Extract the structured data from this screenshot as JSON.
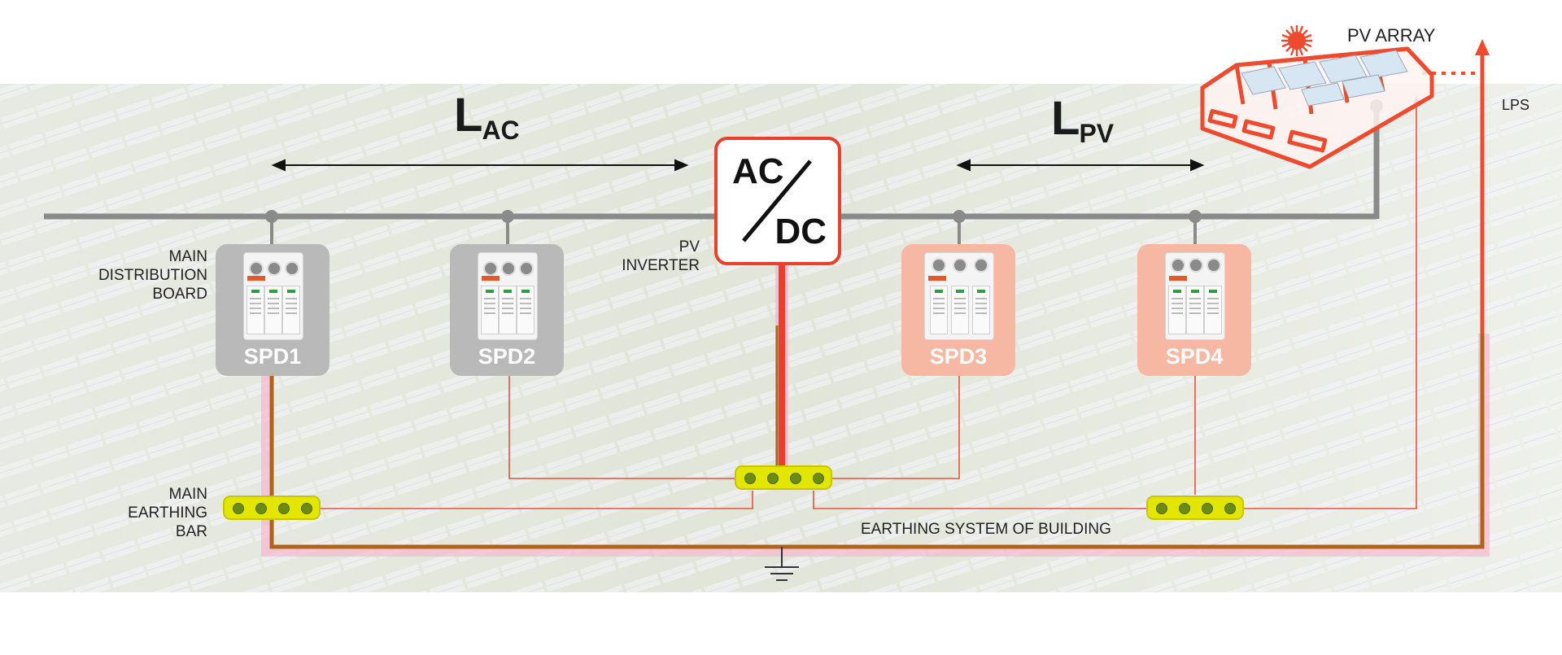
{
  "title_lac": {
    "L": "L",
    "sub": "AC"
  },
  "title_lpv": {
    "L": "L",
    "sub": "PV"
  },
  "labels": {
    "pv_array": "PV ARRAY",
    "lps": "LPS",
    "main_distribution_board": [
      "MAIN",
      "DISTRIBUTION",
      "BOARD"
    ],
    "pv_inverter": [
      "PV",
      "INVERTER"
    ],
    "main_earthing_bar": [
      "MAIN",
      "EARTHING",
      "BAR"
    ],
    "earthing_system": "EARTHING SYSTEM OF BUILDING"
  },
  "inverter": {
    "top": "AC",
    "bottom": "DC"
  },
  "spds": [
    {
      "name": "SPD1",
      "color": "grey"
    },
    {
      "name": "SPD2",
      "color": "grey"
    },
    {
      "name": "SPD3",
      "color": "pink"
    },
    {
      "name": "SPD4",
      "color": "pink"
    }
  ],
  "colors": {
    "line_grey": "#8a8a8a",
    "accent_red": "#e8402a",
    "earth_brown": "#b0641a",
    "bar_yellow": "#e3e600",
    "spd_grey": "#b9b9b9",
    "spd_pink": "#f6b7a3"
  }
}
